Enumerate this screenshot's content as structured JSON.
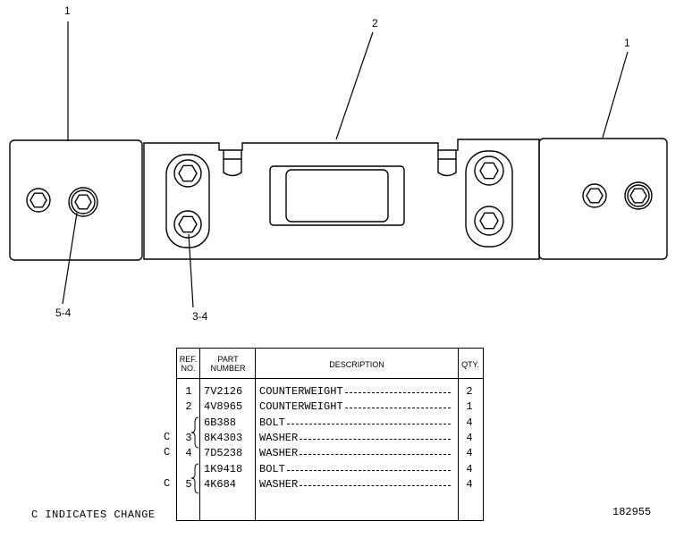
{
  "callouts": {
    "c1_left": "1",
    "c2": "2",
    "c1_right": "1",
    "c5_4": "5-4",
    "c3_4": "3-4"
  },
  "table": {
    "headers": {
      "ref": "REF. NO.",
      "part": "PART NUMBER",
      "description": "DESCRIPTION",
      "qty": "QTY."
    },
    "rows": [
      {
        "change": "",
        "ref": "1",
        "part": "7V2126",
        "description": "COUNTERWEIGHT",
        "qty": "2"
      },
      {
        "change": "",
        "ref": "2",
        "part": "4V8965",
        "description": "COUNTERWEIGHT",
        "qty": "1"
      },
      {
        "change": "",
        "ref": "",
        "part": "6B388",
        "description": "BOLT",
        "qty": "4"
      },
      {
        "change": "C",
        "ref": "3",
        "part": "8K4303",
        "description": "WASHER",
        "qty": "4"
      },
      {
        "change": "C",
        "ref": "4",
        "part": "7D5238",
        "description": "WASHER",
        "qty": "4"
      },
      {
        "change": "",
        "ref": "",
        "part": "1K9418",
        "description": "BOLT",
        "qty": "4"
      },
      {
        "change": "C",
        "ref": "5",
        "part": "4K684",
        "description": "WASHER",
        "qty": "4"
      }
    ]
  },
  "footer": {
    "change_note": "C INDICATES CHANGE",
    "drawing_number": "182955"
  }
}
